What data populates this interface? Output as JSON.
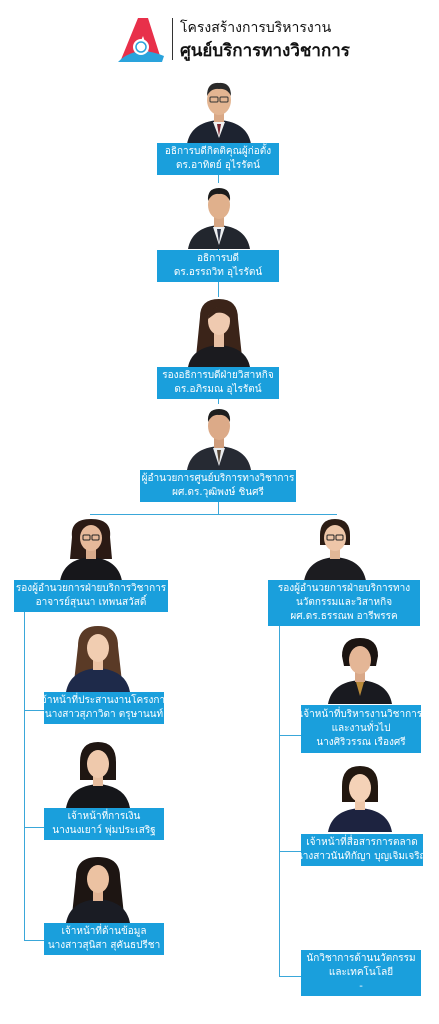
{
  "header": {
    "title_line1": "โครงสร้างการบริหารงาน",
    "title_line2": "ศูนย์บริการทางวิชาการ"
  },
  "colors": {
    "box_blue": "#1a9fdc",
    "line_blue": "#3aa7d9",
    "logo_red": "#e8304a",
    "logo_blue": "#2aa3dc"
  },
  "people": [
    {
      "id": "founder",
      "role": "อธิการบดีกิตติคุณผู้ก่อตั้ง",
      "name": "ดร.อาทิตย์ อุไรรัตน์"
    },
    {
      "id": "president",
      "role": "อธิการบดี",
      "name": "ดร.อรรถวิท อุไรรัตน์"
    },
    {
      "id": "vp",
      "role": "รองอธิการบดีฝ่ายวิสาหกิจ",
      "name": "ดร.อภิรมณ อุไรรัตน์"
    },
    {
      "id": "director",
      "role": "ผู้อำนวยการศูนย์บริการทางวิชาการ",
      "name": "ผศ.ดร.วุฒิพงษ์ ชินศรี"
    },
    {
      "id": "deputy_left",
      "role": "รองผู้อำนวยการฝ่ายบริการวิชาการ",
      "name": "อาจารย์สุนนา เทพนสวัสดิ์"
    },
    {
      "id": "deputy_right",
      "role_line1": "รองผู้อำนวยการฝ่ายบริการทาง",
      "role_line2": "นวัตกรรมและวิสาหกิจ",
      "name": "ผศ.ดร.ธรรณพ อารีพรรค"
    },
    {
      "id": "staff_l1",
      "role": "เจ้าหน้าที่ประสานงานโครงการ",
      "name": "นางสาวสุภาวิดา ตรุษานนท์"
    },
    {
      "id": "staff_l2",
      "role": "เจ้าหน้าที่การเงิน",
      "name": "นางนงเยาว์ พุ่มประเสริฐ"
    },
    {
      "id": "staff_l3",
      "role": "เจ้าหน้าที่ด้านข้อมูล",
      "name": "นางสาวสุนิสา สุคันธปรีชา"
    },
    {
      "id": "staff_r1",
      "role_line1": "เจ้าหน้าที่บริหารงานวิชาการ",
      "role_line2": "และงานทั่วไป",
      "name": "นางศิริวรรณ เรืองศรี"
    },
    {
      "id": "staff_r2",
      "role": "เจ้าหน้าที่สื่อสารการตลาด",
      "name": "นางสาวนันทิกัญา บุญเจิมเจริญ"
    },
    {
      "id": "staff_r3",
      "role_line1": "นักวิชาการด้านนวัตกรรม",
      "role_line2": "และเทคโนโลยี",
      "name": "-"
    }
  ]
}
